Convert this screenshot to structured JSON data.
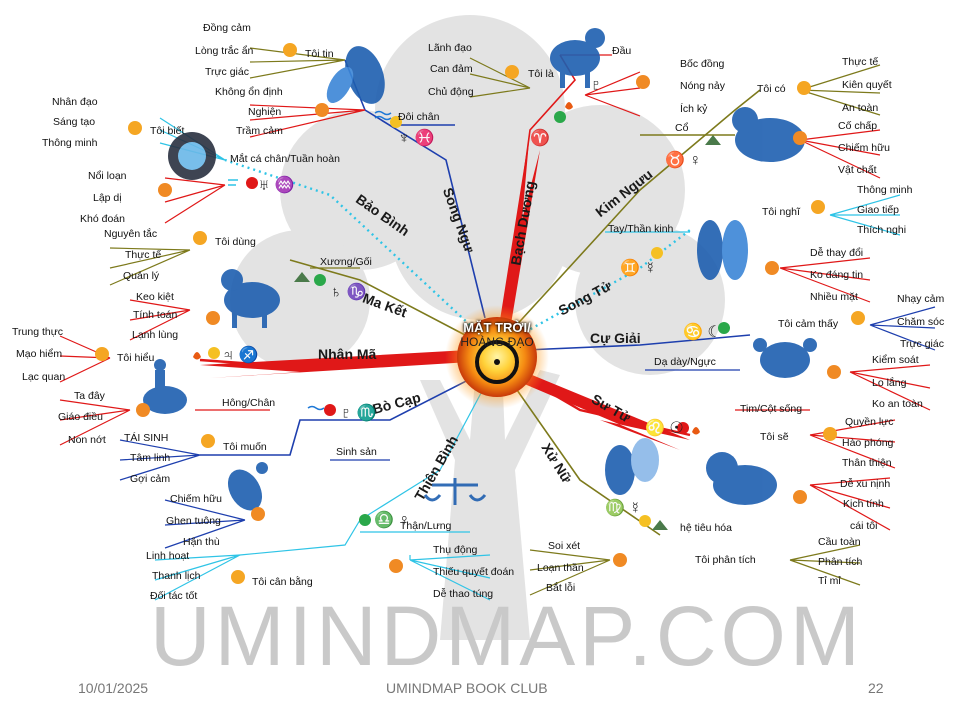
{
  "center": {
    "title": "MẶT TRỜI/",
    "subtitle": "HOÀNG ĐẠO"
  },
  "watermark": "UMINDMAP.COM",
  "footer": {
    "date": "10/01/2025",
    "club": "UMINDMAP BOOK CLUB",
    "page": "22"
  },
  "signs": {
    "aries": "Bạch Dương",
    "taurus": "Kim Ngưu",
    "gemini": "Song Tử",
    "cancer": "Cự Giải",
    "leo": "Sư Tử",
    "virgo": "Xử Nữ",
    "libra": "Thiên Bình",
    "scorpio": "Bò Cạp",
    "sagittarius": "Nhân Mã",
    "capricorn": "Ma Kết",
    "aquarius": "Bảo Bình",
    "pisces": "Song Ngư"
  },
  "glyphs": {
    "aries": "♈",
    "taurus": "♉ ♀",
    "gemini": "♊ ☿",
    "cancer": "♋ ☾",
    "leo": "♌ ☉",
    "virgo": "♍ ☿",
    "libra": "♎ ♀",
    "scorpio": "♇ ♏",
    "sagittarius": "♃ ♐",
    "capricorn": "♄ ♑",
    "aquarius": "♅ ♒",
    "pisces": "♆ ♓",
    "pluto": "♇"
  },
  "labels": {
    "pisces_body": "Đôi chân",
    "pisces_i_trust": "Tôi tin",
    "pisces_t1": "Đồng cảm",
    "pisces_t2": "Lòng trắc ẩn",
    "pisces_t3": "Trực giác",
    "pisces_w1": "Không ổn định",
    "pisces_w2": "Nghiện",
    "pisces_w3": "Trầm cảm",
    "aries_i_am": "Tôi là",
    "aries_a1": "Lãnh đạo",
    "aries_a2": "Can đảm",
    "aries_a3": "Chủ động",
    "aries_body": "Đầu",
    "aries_n1": "Bốc đồng",
    "aries_n2": "Nóng nảy",
    "aries_n3": "Ích kỷ",
    "taurus_body": "Cổ",
    "taurus_i_have": "Tôi có",
    "taurus_h1": "Thực tế",
    "taurus_h2": "Kiên quyết",
    "taurus_h3": "An toàn",
    "taurus_n1": "Cố chấp",
    "taurus_n2": "Chiếm hữu",
    "taurus_n3": "Vật chất",
    "aquarius_i_know": "Tôi biết",
    "aquarius_k1": "Nhân đạo",
    "aquarius_k2": "Sáng tạo",
    "aquarius_k3": "Thông minh",
    "aquarius_body": "Mắt cá chân/Tuần hoàn",
    "aquarius_n1": "Nổi loạn",
    "aquarius_n2": "Lập dị",
    "aquarius_n3": "Khó đoán",
    "gemini_i_think": "Tôi nghĩ",
    "gemini_t1": "Thông minh",
    "gemini_t2": "Giao tiếp",
    "gemini_t3": "Thích nghi",
    "gemini_body": "Tay/Thần kinh",
    "gemini_n1": "Dễ thay đổi",
    "gemini_n2": "Ko đáng tin",
    "gemini_n3": "Nhiều mặt",
    "capricorn_i_use": "Tôi dùng",
    "capricorn_u1": "Nguyên tắc",
    "capricorn_u2": "Thực tế",
    "capricorn_u3": "Quản lý",
    "capricorn_body": "Xương/Gối",
    "capricorn_n1": "Keo kiệt",
    "capricorn_n2": "Tính toán",
    "capricorn_n3": "Lạnh lùng",
    "cancer_i_feel": "Tôi cảm thấy",
    "cancer_f1": "Nhạy cảm",
    "cancer_f2": "Chăm sóc",
    "cancer_f3": "Trực giác",
    "cancer_body": "Dạ dày/Ngực",
    "cancer_n1": "Kiểm soát",
    "cancer_n2": "Lo lắng",
    "cancer_n3": "Ko an toàn",
    "sagittarius_i_understand": "Tôi hiểu",
    "sagittarius_u1": "Trung thực",
    "sagittarius_u2": "Mạo hiểm",
    "sagittarius_u3": "Lạc quan",
    "sagittarius_body": "Hông/Chân",
    "sagittarius_n1": "Ta đây",
    "sagittarius_n2": "Giáo điều",
    "sagittarius_n3": "Non nớt",
    "leo_body": "Tim/Cột sống",
    "leo_i_will": "Tôi sẽ",
    "leo_w1": "Quyền lực",
    "leo_w2": "Hào phóng",
    "leo_w3": "Thân thiện",
    "leo_n1": "Dễ xu nịnh",
    "leo_n2": "Kịch tính",
    "leo_n3": "cái tôi",
    "scorpio_body": "Sinh sản",
    "scorpio_i_want": "Tôi muốn",
    "scorpio_w1": "TÁI SINH",
    "scorpio_w2": "Tâm linh",
    "scorpio_w3": "Gợi cảm",
    "scorpio_n1": "Chiếm hữu",
    "scorpio_n2": "Ghen tuông",
    "scorpio_n3": "Hận thù",
    "virgo_body": "hệ tiêu hóa",
    "virgo_i_analyze": "Tôi phân tích",
    "virgo_a1": "Cầu toàn",
    "virgo_a2": "Phân tích",
    "virgo_a3": "Tỉ mỉ",
    "virgo_n1": "Soi xét",
    "virgo_n2": "Loạn thần",
    "virgo_n3": "Bắt lỗi",
    "libra_body": "Thận/Lưng",
    "libra_i_balance": "Tôi cân bằng",
    "libra_b1": "Linh hoạt",
    "libra_b2": "Thanh lịch",
    "libra_b3": "Đối tác tốt",
    "libra_n1": "Thụ động",
    "libra_n2": "Thiếu quyết đoán",
    "libra_n3": "Dễ thao túng"
  },
  "colors": {
    "fire": "#e01818",
    "earth": "#7d7a1c",
    "air": "#2fc4e6",
    "water": "#1e3fae",
    "negative": "#e01818",
    "positive_air": "#3bb7e8",
    "smiley": "#f5a623",
    "frown": "#f08a24"
  },
  "icons": [
    "sun-icon",
    "smiley-icon",
    "frown-icon",
    "fire-icon",
    "mountain-icon",
    "water-icon",
    "wind-icon",
    "play-icon",
    "pause-icon",
    "stop-icon"
  ]
}
